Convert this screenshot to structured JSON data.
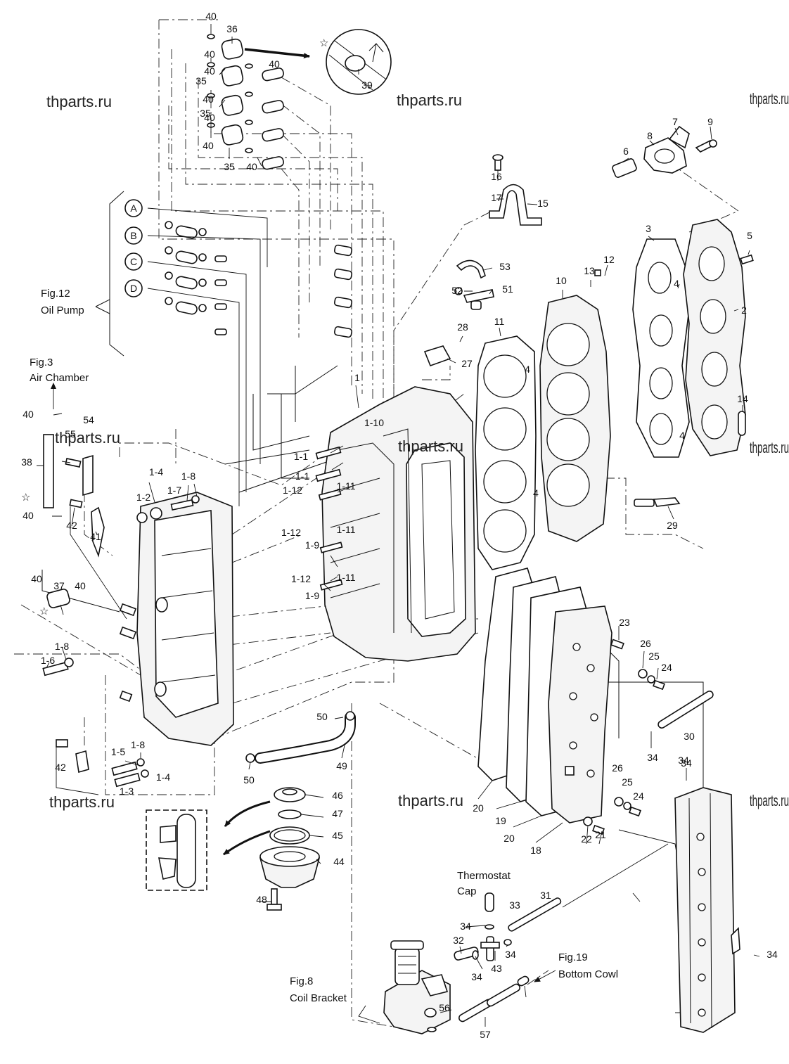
{
  "watermark": "thparts.ru",
  "references": {
    "oil_pump": [
      "Fig.12",
      "Oil Pump"
    ],
    "air_chamber": [
      "Fig.3",
      "Air Chamber"
    ],
    "coil_bracket": [
      "Fig.8",
      "Coil Bracket"
    ],
    "bottom_cowl": [
      "Fig.19",
      "Bottom Cowl"
    ],
    "thermostat": [
      "Thermostat",
      "Cap"
    ]
  },
  "circle_letters": [
    "A",
    "B",
    "C",
    "D"
  ],
  "detail_marker": "☆",
  "callouts": [
    {
      "t": "40"
    },
    {
      "t": "36"
    },
    {
      "t": "40"
    },
    {
      "t": "40"
    },
    {
      "t": "35"
    },
    {
      "t": "40"
    },
    {
      "t": "40"
    },
    {
      "t": "35"
    },
    {
      "t": "40"
    },
    {
      "t": "40"
    },
    {
      "t": "35"
    },
    {
      "t": "40"
    },
    {
      "t": "39"
    },
    {
      "t": "7"
    },
    {
      "t": "9"
    },
    {
      "t": "8"
    },
    {
      "t": "6"
    },
    {
      "t": "16"
    },
    {
      "t": "17"
    },
    {
      "t": "15"
    },
    {
      "t": "3"
    },
    {
      "t": "5"
    },
    {
      "t": "4"
    },
    {
      "t": "2"
    },
    {
      "t": "13"
    },
    {
      "t": "12"
    },
    {
      "t": "10"
    },
    {
      "t": "53"
    },
    {
      "t": "52"
    },
    {
      "t": "51"
    },
    {
      "t": "11"
    },
    {
      "t": "28"
    },
    {
      "t": "27"
    },
    {
      "t": "4"
    },
    {
      "t": "1"
    },
    {
      "t": "1-10"
    },
    {
      "t": "14"
    },
    {
      "t": "4"
    },
    {
      "t": "4"
    },
    {
      "t": "54"
    },
    {
      "t": "55"
    },
    {
      "t": "40"
    },
    {
      "t": "38"
    },
    {
      "t": "40"
    },
    {
      "t": "1-1"
    },
    {
      "t": "1-1"
    },
    {
      "t": "1-12"
    },
    {
      "t": "1-11"
    },
    {
      "t": "1-4"
    },
    {
      "t": "1-8"
    },
    {
      "t": "1-2"
    },
    {
      "t": "1-7"
    },
    {
      "t": "42"
    },
    {
      "t": "41"
    },
    {
      "t": "29"
    },
    {
      "t": "1-11"
    },
    {
      "t": "1-12"
    },
    {
      "t": "1-9"
    },
    {
      "t": "1-12"
    },
    {
      "t": "1-11"
    },
    {
      "t": "1-9"
    },
    {
      "t": "40"
    },
    {
      "t": "37"
    },
    {
      "t": "40"
    },
    {
      "t": "1-8"
    },
    {
      "t": "1-6"
    },
    {
      "t": "23"
    },
    {
      "t": "26"
    },
    {
      "t": "25"
    },
    {
      "t": "24"
    },
    {
      "t": "50"
    },
    {
      "t": "30"
    },
    {
      "t": "42"
    },
    {
      "t": "1-5"
    },
    {
      "t": "1-8"
    },
    {
      "t": "1-4"
    },
    {
      "t": "1-3"
    },
    {
      "t": "50"
    },
    {
      "t": "49"
    },
    {
      "t": "34"
    },
    {
      "t": "34"
    },
    {
      "t": "26"
    },
    {
      "t": "25"
    },
    {
      "t": "24"
    },
    {
      "t": "46"
    },
    {
      "t": "47"
    },
    {
      "t": "45"
    },
    {
      "t": "44"
    },
    {
      "t": "48"
    },
    {
      "t": "20"
    },
    {
      "t": "19"
    },
    {
      "t": "20"
    },
    {
      "t": "18"
    },
    {
      "t": "22"
    },
    {
      "t": "21"
    },
    {
      "t": "33"
    },
    {
      "t": "31"
    },
    {
      "t": "34"
    },
    {
      "t": "32"
    },
    {
      "t": "34"
    },
    {
      "t": "43"
    },
    {
      "t": "34"
    },
    {
      "t": "34"
    },
    {
      "t": "34"
    },
    {
      "t": "56"
    },
    {
      "t": "57"
    }
  ]
}
